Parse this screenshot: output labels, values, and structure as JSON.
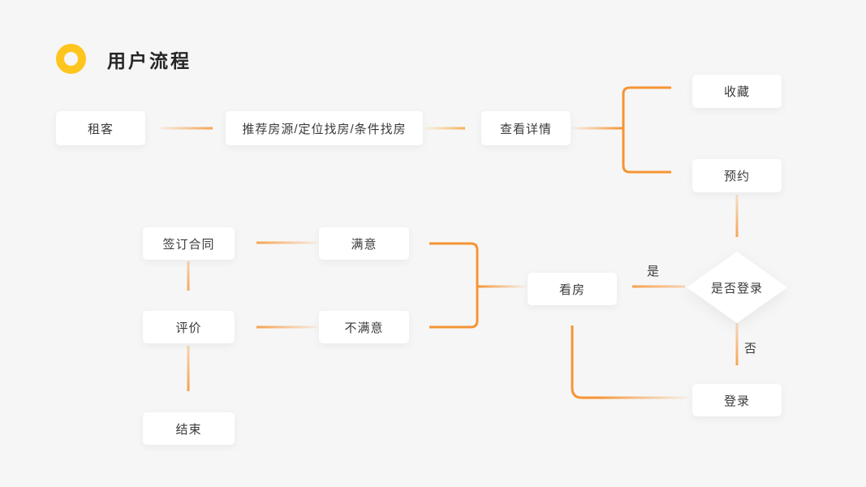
{
  "page": {
    "title": "用户流程"
  },
  "colors": {
    "background": "#F6F6F6",
    "node_fill": "#FFFFFF",
    "node_text": "#3A3A3A",
    "arrow": "#F69434",
    "title_icon": "#FFC51F",
    "title_text": "#262626"
  },
  "icons": {
    "title": "yellow-ring-icon"
  },
  "nodes": {
    "tenant": {
      "label": "租客"
    },
    "search": {
      "label": "推荐房源/定位找房/条件找房"
    },
    "view_detail": {
      "label": "查看详情"
    },
    "favorite": {
      "label": "收藏"
    },
    "reserve": {
      "label": "预约"
    },
    "login_check": {
      "label": "是否登录",
      "shape": "diamond"
    },
    "view_house": {
      "label": "看房"
    },
    "satisfied": {
      "label": "满意"
    },
    "unsatisfied": {
      "label": "不满意"
    },
    "sign_contract": {
      "label": "签订合同"
    },
    "evaluate": {
      "label": "评价"
    },
    "end": {
      "label": "结束"
    },
    "login": {
      "label": "登录"
    }
  },
  "edge_labels": {
    "yes": "是",
    "no": "否"
  },
  "edges": [
    {
      "from": "tenant",
      "to": "search"
    },
    {
      "from": "search",
      "to": "view_detail"
    },
    {
      "from": "view_detail",
      "to": "favorite"
    },
    {
      "from": "view_detail",
      "to": "reserve"
    },
    {
      "from": "reserve",
      "to": "login_check"
    },
    {
      "from": "login_check",
      "to": "view_house",
      "label": "是"
    },
    {
      "from": "login_check",
      "to": "login",
      "label": "否"
    },
    {
      "from": "login",
      "to": "view_house"
    },
    {
      "from": "view_house",
      "to": "satisfied"
    },
    {
      "from": "view_house",
      "to": "unsatisfied"
    },
    {
      "from": "satisfied",
      "to": "sign_contract"
    },
    {
      "from": "unsatisfied",
      "to": "evaluate"
    },
    {
      "from": "sign_contract",
      "to": "evaluate"
    },
    {
      "from": "evaluate",
      "to": "end"
    }
  ]
}
